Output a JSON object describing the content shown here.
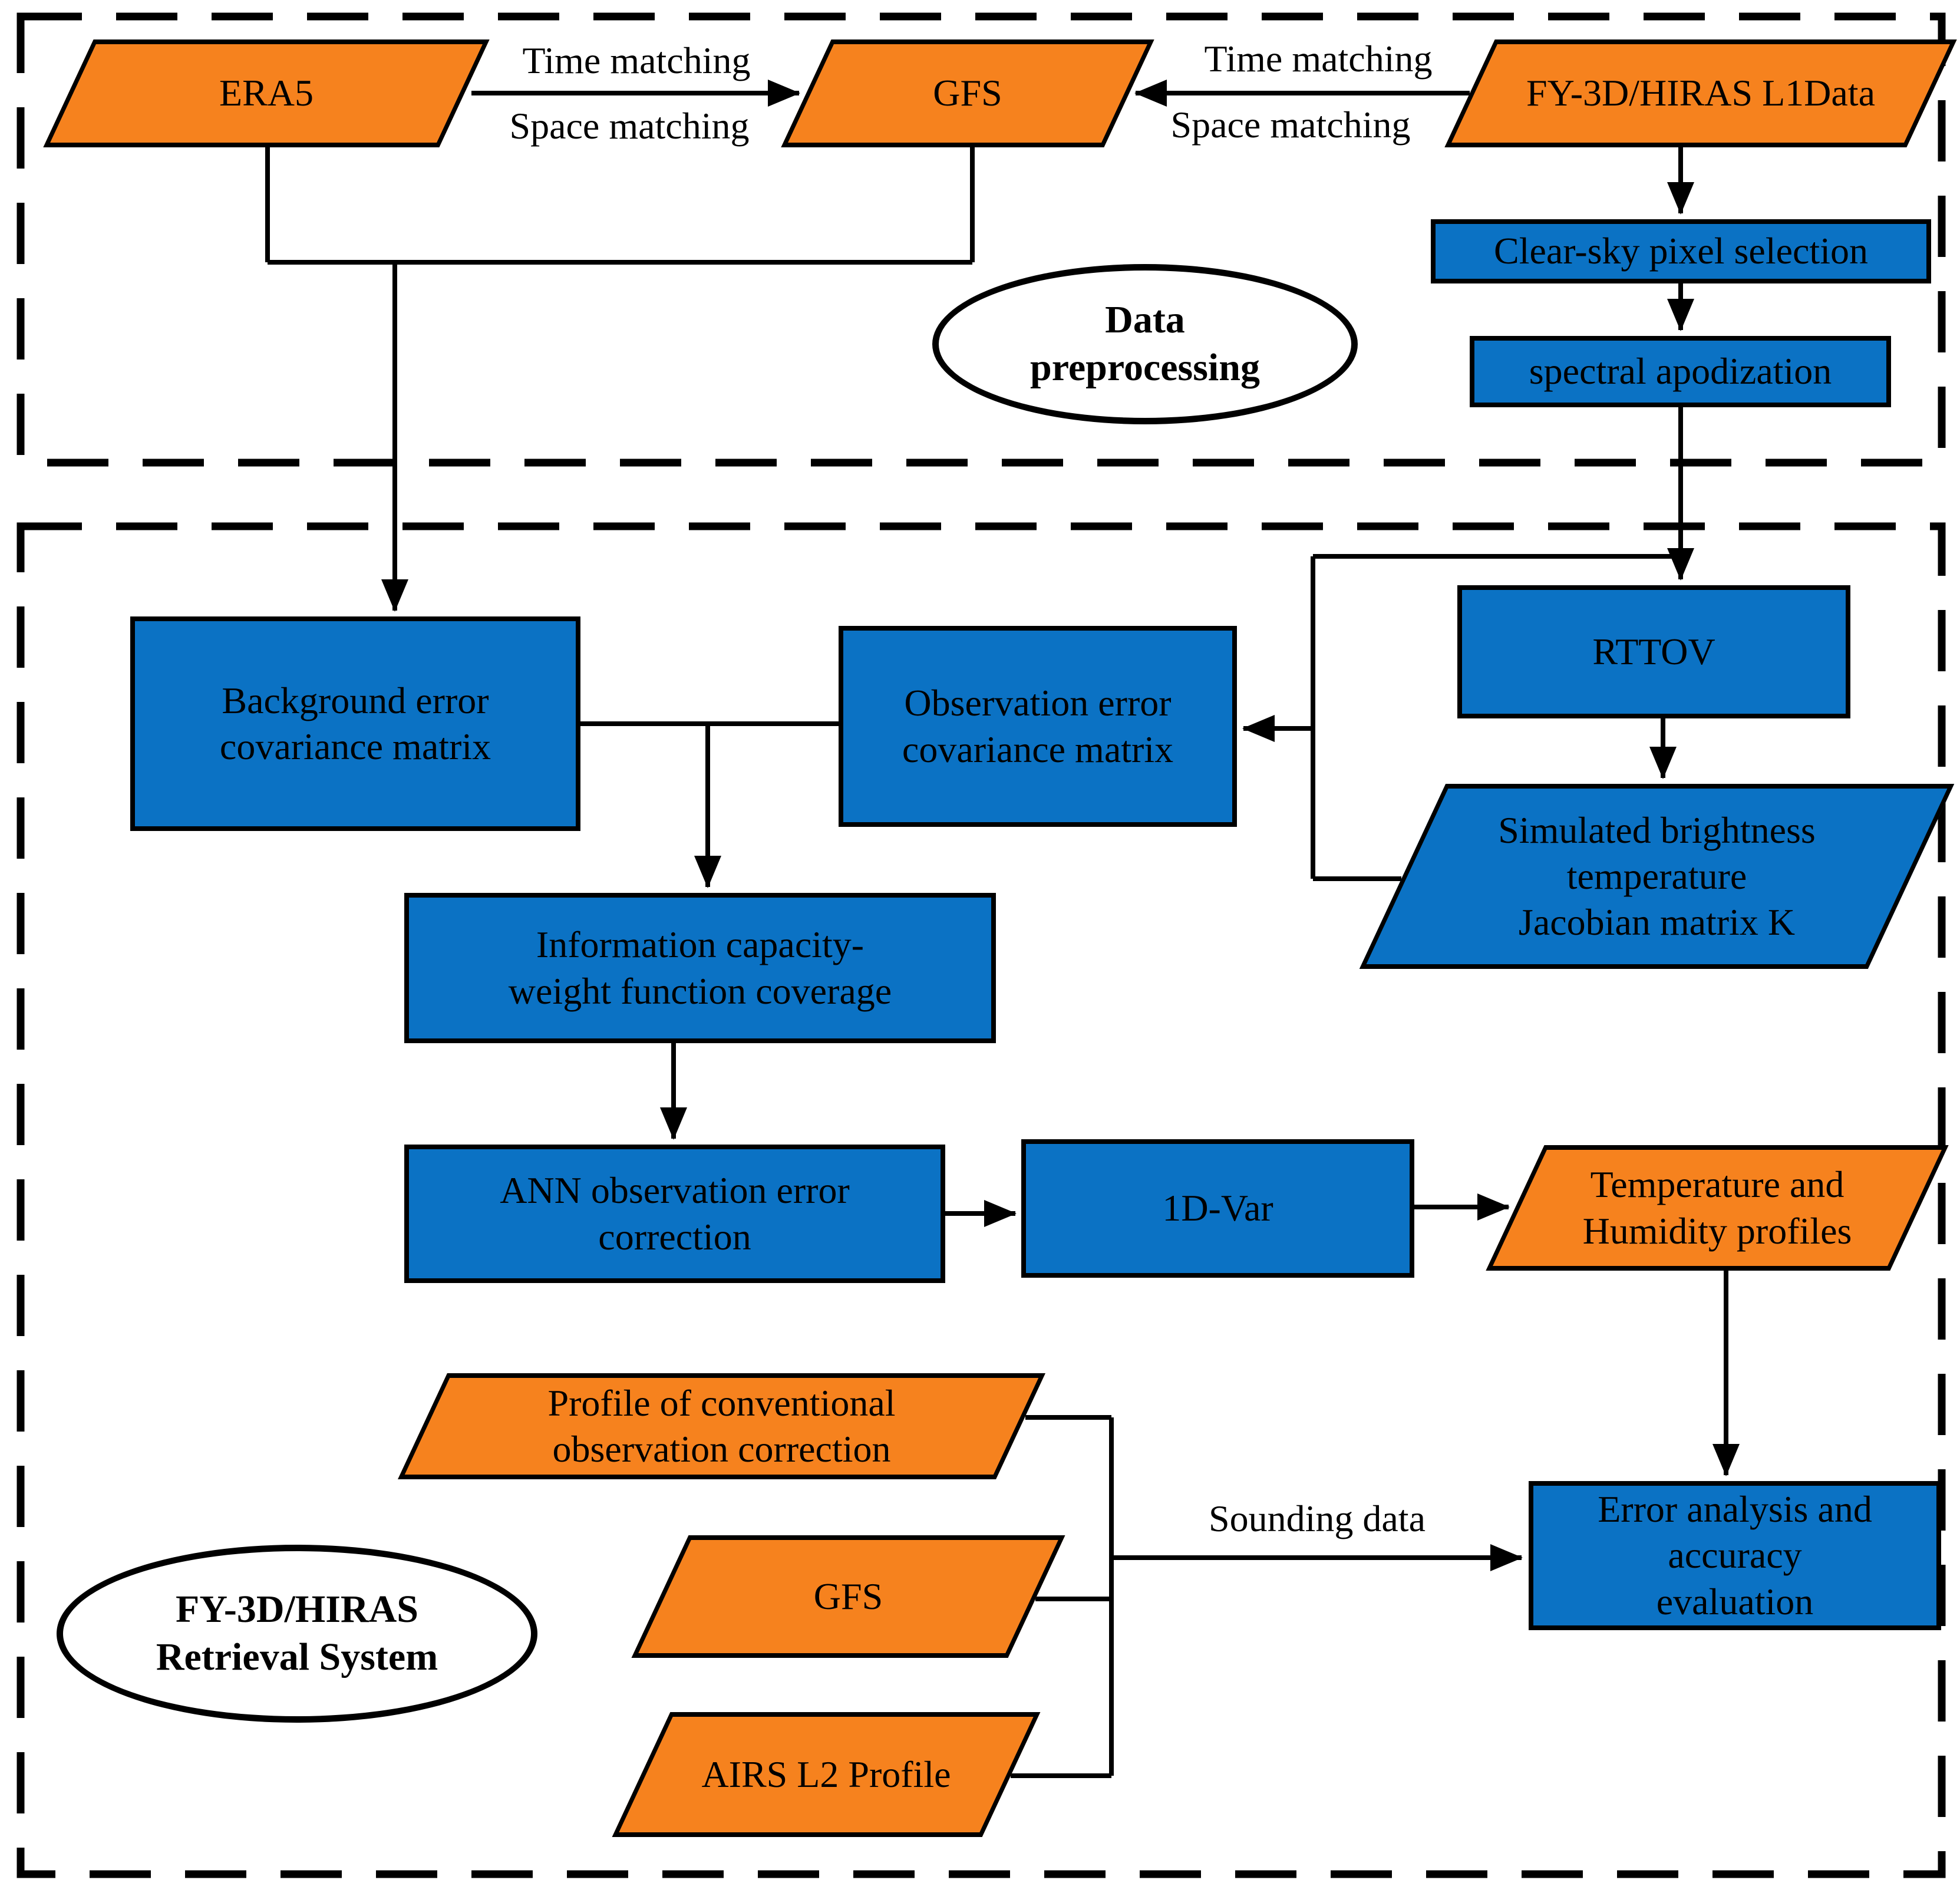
{
  "diagram": {
    "title": "FY-3D/HIRAS retrieval system flowchart",
    "colors": {
      "node_orange": "#F6821E",
      "node_blue": "#0B72C4",
      "line_black": "#000000",
      "background_white": "#FFFFFF"
    },
    "regions": {
      "preprocessing": {
        "label": "Data\npreprocessing"
      },
      "retrieval": {
        "label": "FY-3D/HIRAS\nRetrieval System"
      }
    },
    "nodes": {
      "era5": {
        "label": "ERA5",
        "shape": "parallelogram",
        "color": "orange"
      },
      "gfs_top": {
        "label": "GFS",
        "shape": "parallelogram",
        "color": "orange"
      },
      "fy3d_l1": {
        "label": "FY-3D/HIRAS L1Data",
        "shape": "parallelogram",
        "color": "orange"
      },
      "clear_sky": {
        "label": "Clear-sky pixel selection",
        "shape": "rect",
        "color": "blue"
      },
      "spectral": {
        "label": "spectral apodization",
        "shape": "rect",
        "color": "blue"
      },
      "rttov": {
        "label": "RTTOV",
        "shape": "rect",
        "color": "blue"
      },
      "background_cov": {
        "label": "Background error\ncovariance matrix",
        "shape": "rect",
        "color": "blue"
      },
      "observation_cov": {
        "label": "Observation error\ncovariance matrix",
        "shape": "rect",
        "color": "blue"
      },
      "simulated_bt": {
        "label": "Simulated brightness\ntemperature\nJacobian matrix K",
        "shape": "parallelogram",
        "color": "blue"
      },
      "info_capacity": {
        "label": "Information capacity-\nweight function coverage",
        "shape": "rect",
        "color": "blue"
      },
      "ann_correction": {
        "label": "ANN observation error\ncorrection",
        "shape": "rect",
        "color": "blue"
      },
      "one_d_var": {
        "label": "1D-Var",
        "shape": "rect",
        "color": "blue"
      },
      "temp_humidity": {
        "label": "Temperature and\nHumidity profiles",
        "shape": "parallelogram",
        "color": "orange"
      },
      "profile_conv": {
        "label": "Profile of conventional\nobservation correction",
        "shape": "parallelogram",
        "color": "orange"
      },
      "gfs_bottom": {
        "label": "GFS",
        "shape": "parallelogram",
        "color": "orange"
      },
      "airs_l2": {
        "label": "AIRS L2 Profile",
        "shape": "parallelogram",
        "color": "orange"
      },
      "error_analysis": {
        "label": "Error analysis and\naccuracy\nevaluation",
        "shape": "rect",
        "color": "blue"
      }
    },
    "edge_labels": {
      "time_matching_left": "Time matching",
      "space_matching_left": "Space matching",
      "time_matching_right": "Time matching",
      "space_matching_right": "Space matching",
      "sounding_data": "Sounding data"
    }
  }
}
